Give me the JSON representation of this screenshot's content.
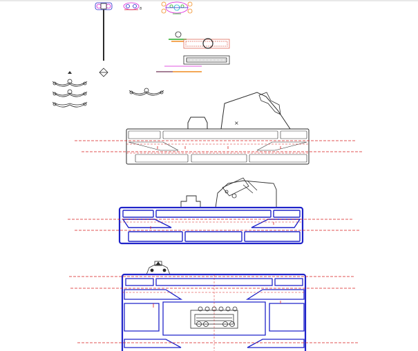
{
  "drawing": {
    "background": "#ffffff",
    "colors": {
      "outline": "#2a2a2a",
      "blue": "#1f23c9",
      "red": "#d81b1b",
      "magenta": "#d81bd8",
      "cyan": "#10b8c8",
      "green": "#22aa22",
      "orange": "#f08a1e",
      "yellow": "#e6d000",
      "salmon": "#e06a5a"
    },
    "top_border_color": "#d0d0d0"
  },
  "views": [
    {
      "id": "ornament-details",
      "style": "black linework with coloured detail symbols"
    },
    {
      "id": "side-elevation-1",
      "style": "black outline, red dashed centre lines"
    },
    {
      "id": "side-elevation-2",
      "style": "blue heavy outline, red dashed centre lines"
    },
    {
      "id": "plan-view",
      "style": "blue heavy outline, dimension lines, grille detail"
    }
  ]
}
